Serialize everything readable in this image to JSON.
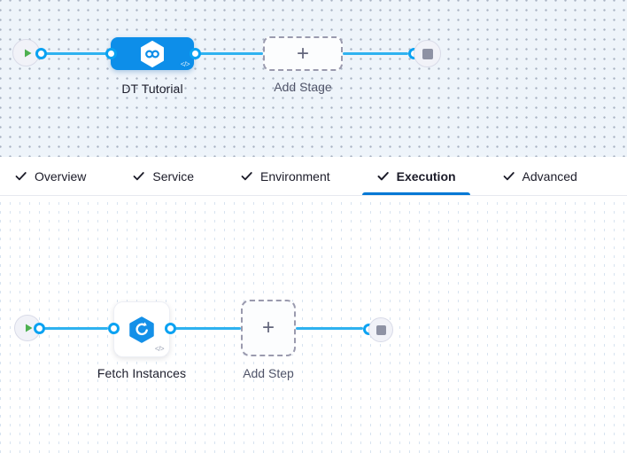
{
  "pipeline": {
    "stage_graph": {
      "stage": {
        "label": "DT Tutorial"
      },
      "add_stage": {
        "label": "Add Stage"
      }
    },
    "tabs": {
      "items": [
        {
          "label": "Overview",
          "checked": true
        },
        {
          "label": "Service",
          "checked": true
        },
        {
          "label": "Environment",
          "checked": true
        },
        {
          "label": "Execution",
          "checked": true
        },
        {
          "label": "Advanced",
          "checked": true
        }
      ],
      "active_label": "Execution"
    },
    "execution_graph": {
      "step": {
        "label": "Fetch Instances"
      },
      "add_step": {
        "label": "Add Step"
      }
    }
  },
  "icons": {
    "plus": "+",
    "code": "</>",
    "play_icon": "play-triangle",
    "stop_icon": "stop-square",
    "check_icon": "checkmark",
    "stage_icon": "cd-infinity-hexagon",
    "step_icon": "fetch-instances-hexagon"
  },
  "colors": {
    "accent_blue": "#0278d5",
    "node_blue": "#0d8ee9",
    "edge_blue": "#2fb2f0",
    "port_ring_blue": "#0aa2f2",
    "play_green": "#4db050",
    "stop_gray": "#8e92a4",
    "canvas_top_bg": "#eef4fa",
    "canvas_bottom_bg": "#ffffff"
  }
}
